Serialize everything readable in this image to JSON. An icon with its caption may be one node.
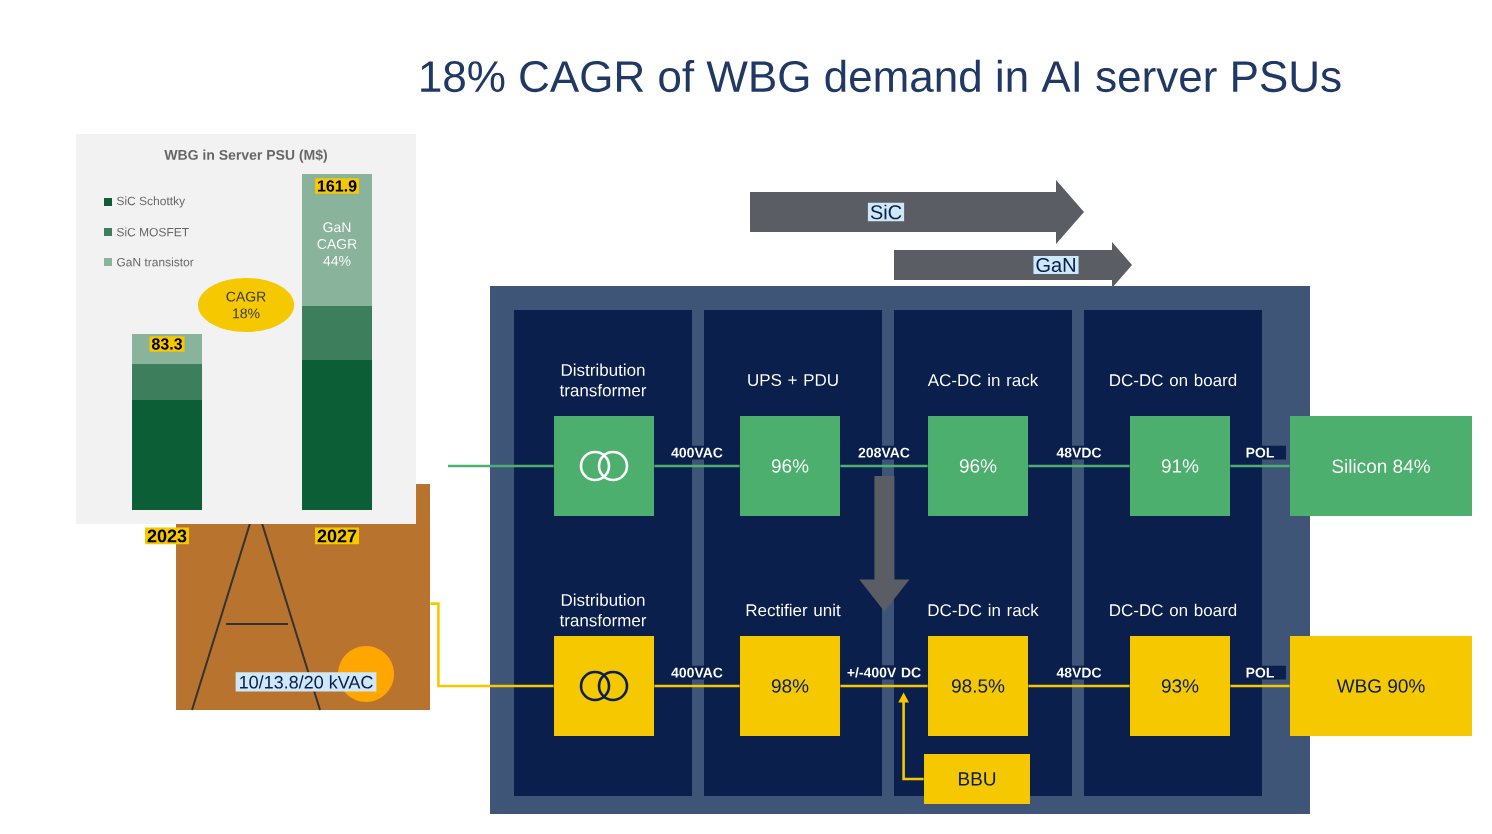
{
  "diagram": {
    "title": "18% CAGR of WBG demand in AI server PSUs",
    "nodes": [
      {
        "text": [],
        "shape": "box"
      },
      {
        "text": [
          "Distribution transformer",
          "Distribution transformer"
        ],
        "in": 0
      },
      {
        "text": [
          "UPS + PDU",
          "Rectifier unit"
        ],
        "in": 0
      },
      {
        "text": [
          "AC-DC in rack",
          "DC-DC in rack"
        ],
        "in": 0
      },
      {
        "text": [
          "DC-DC on board",
          "DC-DC on board"
        ],
        "in": 0
      },
      {
        "text": [],
        "shape": "box",
        "in": 1
      },
      {
        "text": [
          "96%"
        ],
        "in": 2
      },
      {
        "text": [
          "96%"
        ],
        "in": 3
      },
      {
        "text": [
          "91%"
        ],
        "in": 4
      },
      {
        "text": [
          "Silicon 84%"
        ]
      },
      {
        "text": [],
        "shape": "box",
        "in": 1
      },
      {
        "text": [
          "98%"
        ],
        "in": 2
      },
      {
        "text": [
          "98.5%"
        ],
        "in": 3
      },
      {
        "text": [
          "93%"
        ],
        "in": 4
      },
      {
        "text": [
          "WBG 90%"
        ]
      },
      {
        "text": [
          "BBU"
        ],
        "in": 0
      },
      {
        "text": [
          "10/13.8/20 kVAC"
        ]
      },
      {
        "text": [
          "CAGR 18%"
        ]
      }
    ],
    "edges": [
      {
        "from": null,
        "to": 5,
        "arrow": "none",
        "color": "#4caf6e"
      },
      {
        "from": 5,
        "to": 6,
        "arrow": "none",
        "label": "400VAC",
        "color": "#4caf6e"
      },
      {
        "from": 6,
        "to": 7,
        "arrow": "none",
        "label": "208VAC",
        "color": "#4caf6e"
      },
      {
        "from": 7,
        "to": 8,
        "arrow": "none",
        "label": "48VDC",
        "color": "#4caf6e"
      },
      {
        "from": 8,
        "to": 9,
        "arrow": "none",
        "label": "POL",
        "color": "#4caf6e"
      },
      {
        "from": 16,
        "to": 10,
        "arrow": "none"
      },
      {
        "from": 10,
        "to": 11,
        "arrow": "none",
        "label": "400VAC"
      },
      {
        "from": 11,
        "to": 12,
        "arrow": "none",
        "label": "+/-400V DC"
      },
      {
        "from": 12,
        "to": 13,
        "arrow": "none",
        "label": "48VDC"
      },
      {
        "from": 13,
        "to": 14,
        "arrow": "none",
        "label": "POL"
      },
      {
        "from": 15,
        "to": 3,
        "arrow": "to"
      },
      {
        "from": 6,
        "to": 11,
        "arrow": "to",
        "style": "thick",
        "color": "#5a5d63"
      }
    ],
    "labels": [
      "WBG in Server PSU (M$)",
      "SiC",
      "GaN",
      "161.9",
      "GaN CAGR 44%",
      "83.3",
      "2023",
      "2027"
    ],
    "legend": [
      {
        "text": "SiC Schottky",
        "color": "#0b5e36"
      },
      {
        "text": "SiC MOSFET",
        "color": "#3d7f5c"
      },
      {
        "text": "GaN transistor",
        "color": "#8ab39c"
      }
    ]
  }
}
